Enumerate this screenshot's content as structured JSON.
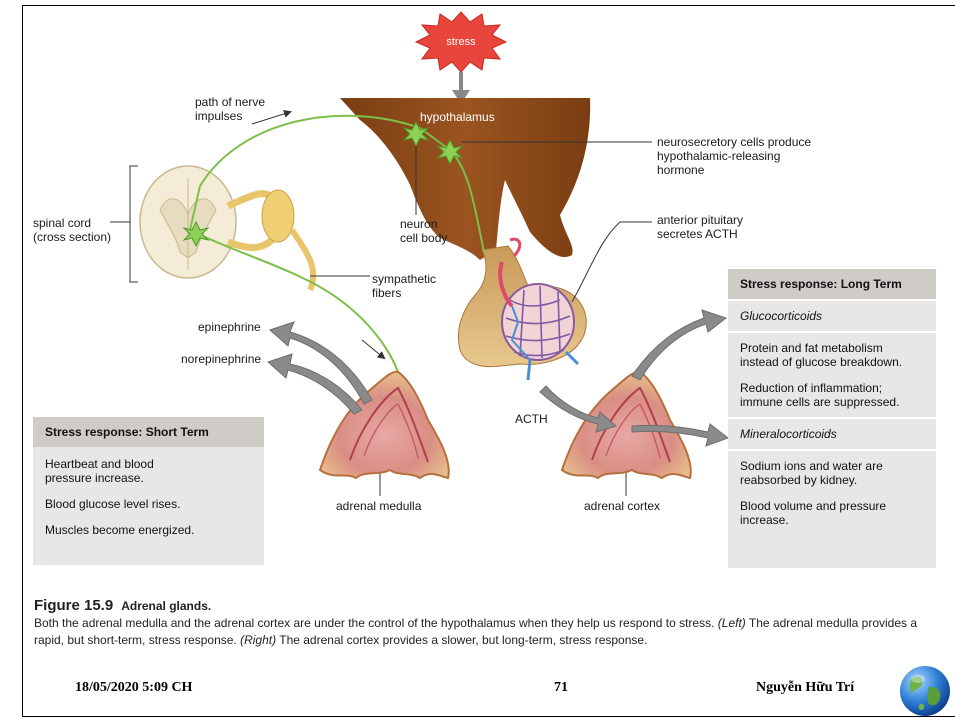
{
  "stress_label": "stress",
  "hypothalamus_label": "hypothalamus",
  "labels": {
    "path_of_nerve_impulses": [
      "path of nerve",
      "impulses"
    ],
    "neurosecretory": [
      "neurosecretory cells produce",
      "hypothalamic-releasing",
      "hormone"
    ],
    "spinal_cord": [
      "spinal cord",
      "(cross section)"
    ],
    "neuron_cell_body": [
      "neuron",
      "cell body"
    ],
    "anterior_pituitary": [
      "anterior pituitary",
      "secretes ACTH"
    ],
    "sympathetic_fibers": [
      "sympathetic",
      "fibers"
    ],
    "epinephrine": "epinephrine",
    "norepinephrine": "norepinephrine",
    "acth": "ACTH",
    "adrenal_medulla": "adrenal medulla",
    "adrenal_cortex": "adrenal cortex"
  },
  "short_term": {
    "title": "Stress response: Short Term",
    "items": [
      "Heartbeat and blood pressure increase.",
      "Blood glucose level rises.",
      "Muscles become energized."
    ]
  },
  "long_term": {
    "title": "Stress response: Long Term",
    "glucocorticoids": "Glucocorticoids",
    "gluco_items": [
      "Protein and fat metabolism instead of glucose breakdown.",
      "Reduction of inflammation; immune cells are suppressed."
    ],
    "mineralocorticoids": "Mineralocorticoids",
    "mineral_items": [
      "Sodium ions and water are reabsorbed by kidney.",
      "Blood volume and pressure increase."
    ]
  },
  "caption": {
    "figure": "Figure 15.9",
    "title": "Adrenal glands.",
    "text_1": "Both the adrenal medulla and the adrenal cortex are under the control of the hypothalamus when they help us respond to stress.",
    "left": "(Left)",
    "text_2": "The adrenal medulla provides a rapid, but short-term, stress response.",
    "right": "(Right)",
    "text_3": "The adrenal cortex provides a slower, but long-term, stress response."
  },
  "footer": {
    "date": "18/05/2020 5:09 CH",
    "page": "71",
    "author": "Nguyễn Hữu Trí"
  },
  "icons": [
    "globe-icon"
  ]
}
